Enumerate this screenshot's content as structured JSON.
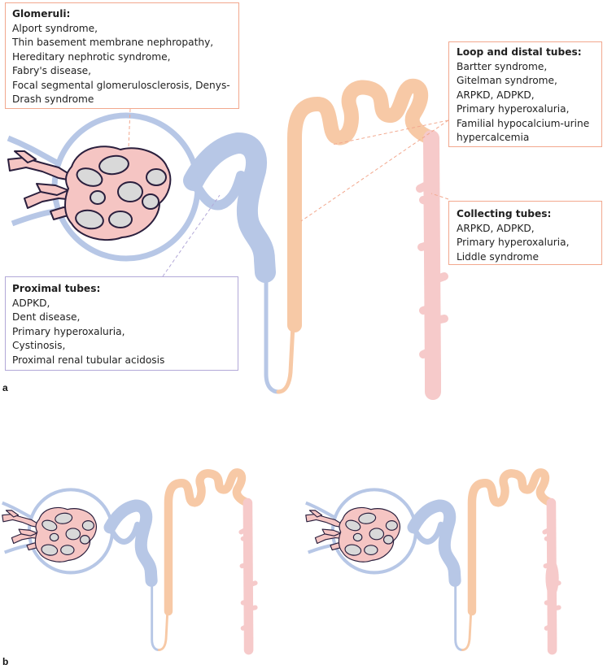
{
  "panel_labels": {
    "a": "a",
    "b": "b"
  },
  "boxes": {
    "glomeruli": {
      "title": "Glomeruli:",
      "lines": [
        "Alport syndrome,",
        "Thin basement membrane nephropathy,",
        "Hereditary nephrotic syndrome,",
        "Fabry's disease,",
        "Focal segmental glomerulosclerosis, Denys-",
        "Drash syndrome"
      ]
    },
    "loop_distal": {
      "title": "Loop and distal tubes:",
      "lines": [
        "Bartter syndrome,",
        "Gitelman syndrome,",
        "ARPKD, ADPKD,",
        "Primary hyperoxaluria,",
        "Familial hypocalcium-urine",
        "hypercalcemia"
      ]
    },
    "collecting": {
      "title": "Collecting tubes:",
      "lines": [
        "ARPKD, ADPKD,",
        "Primary hyperoxaluria,",
        "Liddle syndrome"
      ]
    },
    "proximal": {
      "title": "Proximal tubes:",
      "lines": [
        "ADPKD,",
        "Dent disease,",
        "Primary hyperoxaluria,",
        "Cystinosis,",
        "Proximal renal tubular acidosis"
      ]
    }
  },
  "colors": {
    "proximal_blue": "#b7c7e6",
    "loop_orange": "#f7c9a6",
    "collecting_pink": "#f6caca",
    "glomerulus_pink": "#f5c5c3",
    "capillary_outline": "#2a1f3d",
    "capillary_fill": "#d9d9d9",
    "box_border_orange": "#f2a88e",
    "box_border_purple": "#b2a8d8"
  }
}
